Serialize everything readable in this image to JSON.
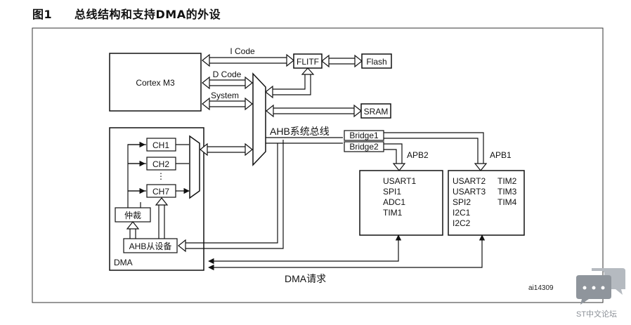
{
  "figure": {
    "number": "图1",
    "title": "总线结构和支持DMA的外设"
  },
  "diagram": {
    "cpu": "Cortex M3",
    "flitf": "FLITF",
    "flash": "Flash",
    "sram": "SRAM",
    "bus_icode": "I Code",
    "bus_dcode": "D Code",
    "bus_system": "System",
    "ahb_bus": "AHB系统总线",
    "bridge1": "Bridge1",
    "bridge2": "Bridge2",
    "apb2": "APB2",
    "apb1": "APB1",
    "dma_label": "DMA",
    "ch1": "CH1",
    "ch2": "CH2",
    "ch_dots": "⋮",
    "ch7": "CH7",
    "arbiter": "仲裁",
    "ahb_slave": "AHB从设备",
    "dma_request": "DMA请求",
    "apb2_peripherals": [
      "USART1",
      "SPI1",
      "ADC1",
      "TIM1"
    ],
    "apb1_peripherals_col1": [
      "USART2",
      "USART3",
      "SPI2",
      "I2C1",
      "I2C2"
    ],
    "apb1_peripherals_col2": [
      "TIM2",
      "TIM3",
      "TIM4"
    ],
    "figure_code": "ai14309"
  },
  "watermark": {
    "text": "ST中文论坛",
    "icon": "chat-bubble-icon",
    "color": "#9aa0a7"
  }
}
